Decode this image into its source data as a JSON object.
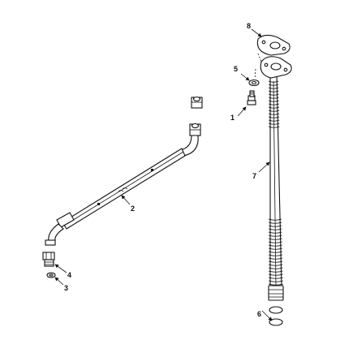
{
  "figure": {
    "callouts": {
      "c1": "1",
      "c2": "2",
      "c3": "3",
      "c4": "4",
      "c5": "5",
      "c6": "6",
      "c7": "7",
      "c8": "8"
    }
  }
}
